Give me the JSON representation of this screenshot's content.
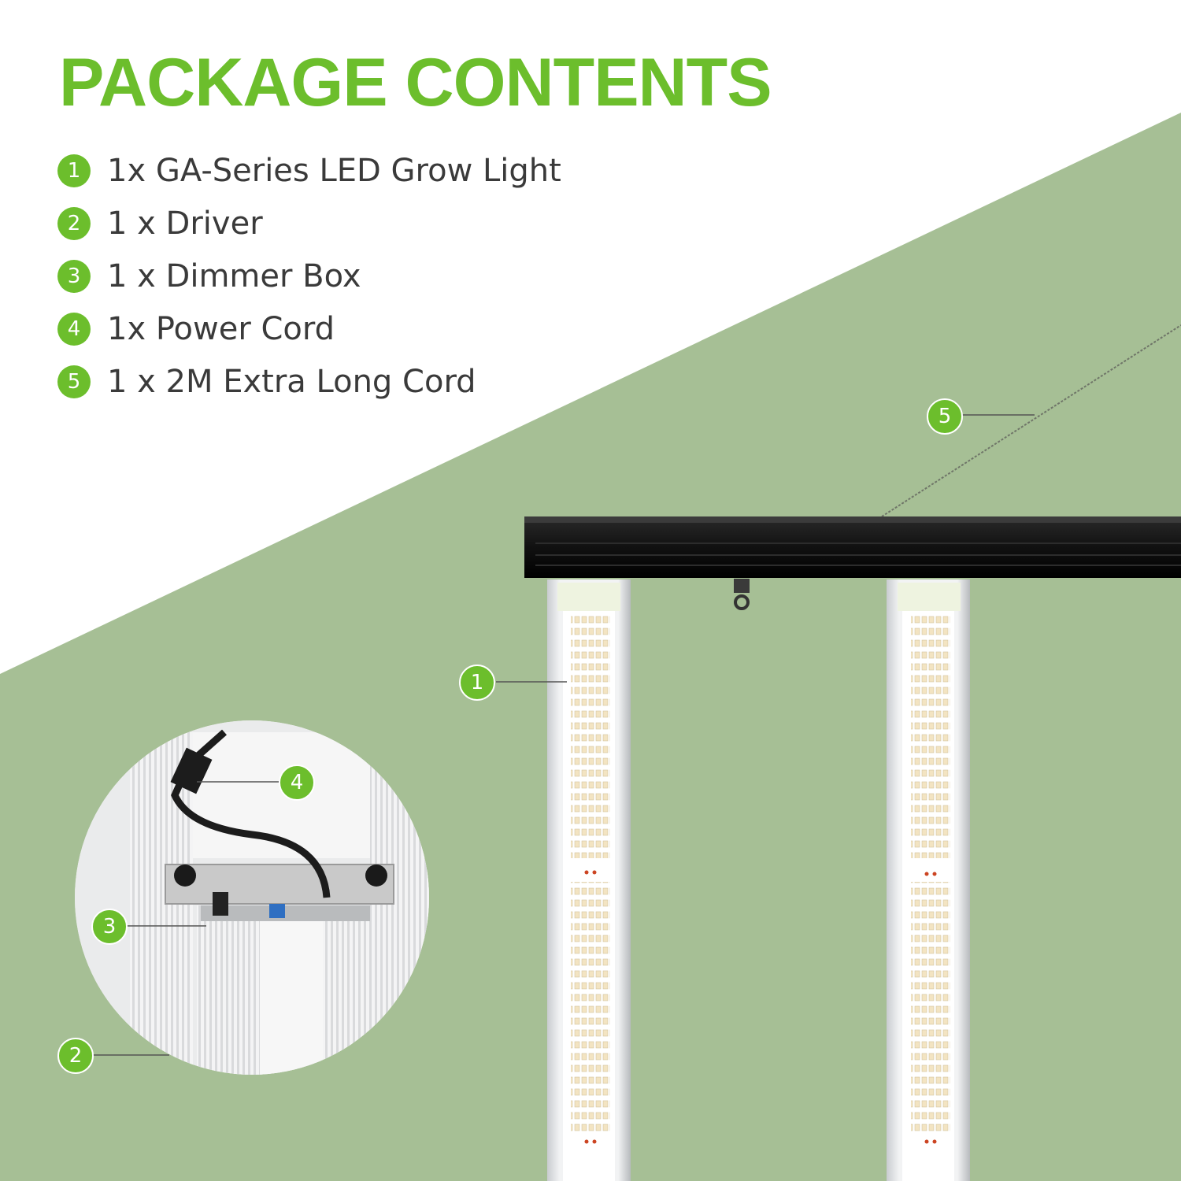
{
  "header": {
    "title": "PACKAGE CONTENTS"
  },
  "colors": {
    "accent": "#6cbe2c",
    "background_green": "#a6bf95",
    "text": "#3a3a3a"
  },
  "contents": [
    {
      "number": "1",
      "text": "1x GA-Series LED Grow Light"
    },
    {
      "number": "2",
      "text": "1 x Driver"
    },
    {
      "number": "3",
      "text": "1 x Dimmer Box"
    },
    {
      "number": "4",
      "text": "1x Power Cord"
    },
    {
      "number": "5",
      "text": "1 x 2M Extra Long Cord"
    }
  ],
  "callouts": {
    "grow_light": "1",
    "driver": "2",
    "dimmer_box": "3",
    "power_cord": "4",
    "extra_long_cord": "5"
  }
}
